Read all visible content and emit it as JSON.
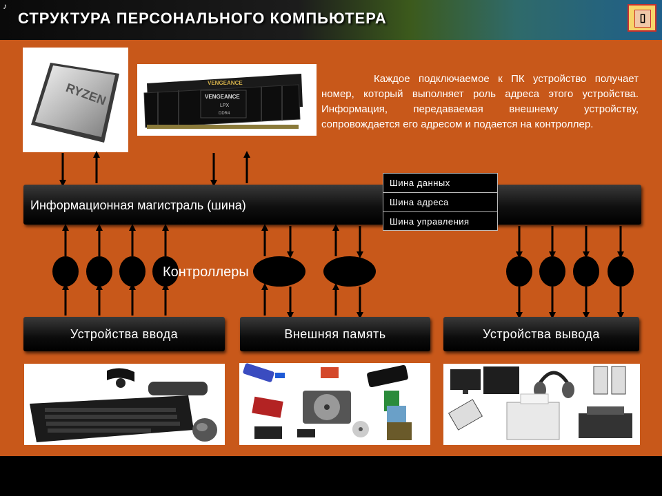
{
  "header": {
    "title": "СТРУКТУРА ПЕРСОНАЛЬНОГО КОМПЬЮТЕРА",
    "speaker_icon": "speaker-icon",
    "corner_button_glyph": "▯"
  },
  "info_text": "Каждое подключаемое к ПК устройство получает номер, который выполняет роль адреса этого устройства. Информация, передаваемая внешнему устройству, сопровождается его адресом и подается на контроллер.",
  "cpu_image": {
    "chip_text": "RYZEN"
  },
  "ram_image": {
    "module_text": "VENGEANCE",
    "module_sub": "LPX",
    "module_code": "DDR4"
  },
  "bus": {
    "label": "Информационная магистраль (шина)",
    "types": [
      "Шина данных",
      "Шина адреса",
      "Шина управления"
    ]
  },
  "controllers_label": "Контроллеры",
  "groups": {
    "input": "Устройства ввода",
    "storage": "Внешняя память",
    "output": "Устройства вывода"
  },
  "colors": {
    "panel": "#c8581a",
    "dark": "#000000",
    "text": "#ffffff"
  }
}
